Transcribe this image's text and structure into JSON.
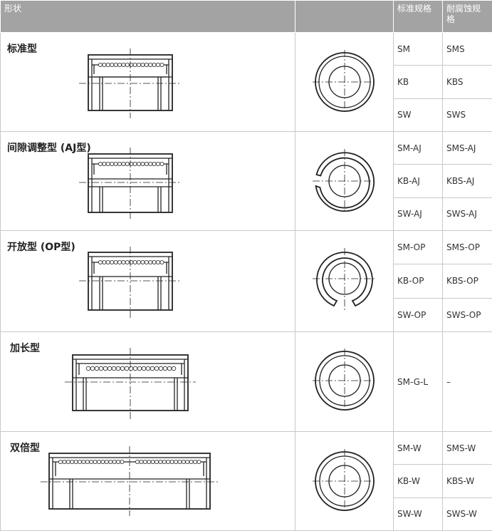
{
  "header": {
    "shape": "形状",
    "standard": "标准规格",
    "corrosion": "耐腐蚀规格"
  },
  "rows": [
    {
      "name": "标准型",
      "codes": [
        {
          "std": "SM",
          "sus": "SMS"
        },
        {
          "std": "KB",
          "sus": "KBS"
        },
        {
          "std": "SW",
          "sus": "SWS"
        }
      ]
    },
    {
      "name": "间隙调整型 (AJ型)",
      "codes": [
        {
          "std": "SM-AJ",
          "sus": "SMS-AJ"
        },
        {
          "std": "KB-AJ",
          "sus": "KBS-AJ"
        },
        {
          "std": "SW-AJ",
          "sus": "SWS-AJ"
        }
      ]
    },
    {
      "name": "开放型 (OP型)",
      "codes": [
        {
          "std": "SM-OP",
          "sus": "SMS-OP"
        },
        {
          "std": "KB-OP",
          "sus": "KBS-OP"
        },
        {
          "std": "SW-OP",
          "sus": "SWS-OP"
        }
      ]
    },
    {
      "name": "加长型",
      "codes": [
        {
          "std": "SM-G-L",
          "sus": "–"
        }
      ]
    },
    {
      "name": "双倍型",
      "codes": [
        {
          "std": "SM-W",
          "sus": "SMS-W"
        },
        {
          "std": "KB-W",
          "sus": "KBS-W"
        },
        {
          "std": "SW-W",
          "sus": "SWS-W"
        }
      ]
    }
  ]
}
